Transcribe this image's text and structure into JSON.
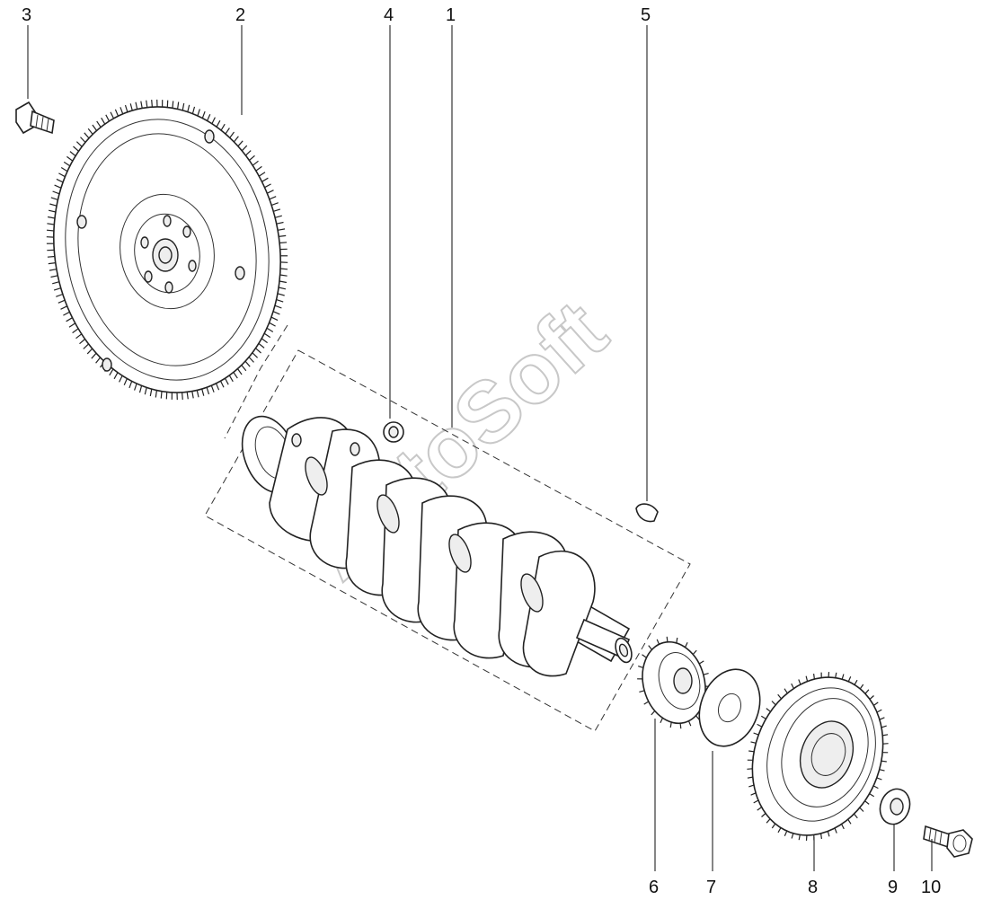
{
  "diagram": {
    "callouts": {
      "part_1": "1",
      "part_2": "2",
      "part_3": "3",
      "part_4": "4",
      "part_5": "5",
      "part_6": "6",
      "part_7": "7",
      "part_8": "8",
      "part_9": "9",
      "part_10": "10"
    },
    "watermark": "AutoSoft"
  }
}
